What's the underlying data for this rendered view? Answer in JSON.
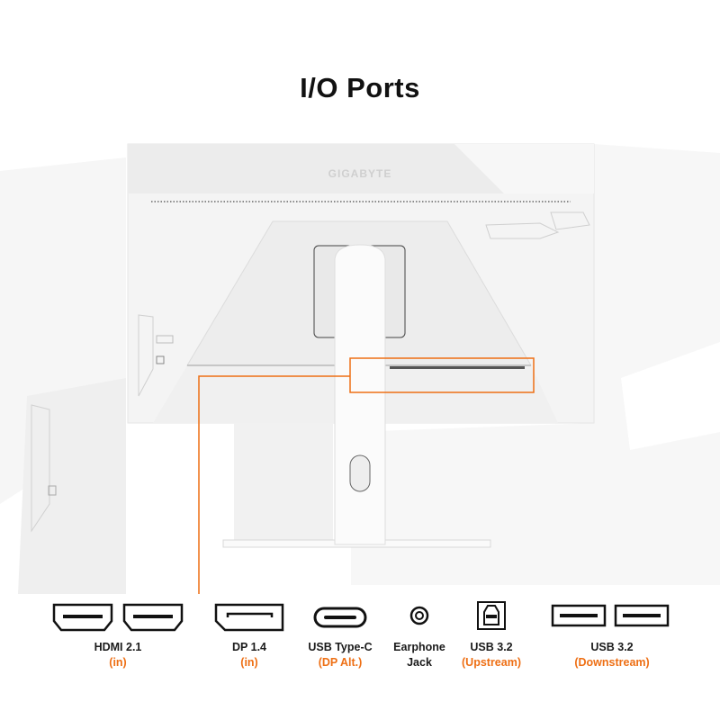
{
  "title": "I/O Ports",
  "brand_logo": "GIGABYTE",
  "accent_color": "#ee6f14",
  "ports": [
    {
      "name": "HDMI 2.1",
      "note": "(in)",
      "icon": "hdmi-port-icon",
      "count": 2
    },
    {
      "name": "DP 1.4",
      "note": "(in)",
      "icon": "displayport-icon",
      "count": 1
    },
    {
      "name": "USB Type-C",
      "note": "(DP Alt.)",
      "icon": "usb-c-port-icon",
      "count": 1
    },
    {
      "name": "Earphone",
      "note": "Jack",
      "icon": "earphone-jack-icon",
      "count": 1
    },
    {
      "name": "USB 3.2",
      "note": "(Upstream)",
      "icon": "usb-b-port-icon",
      "count": 1
    },
    {
      "name": "USB 3.2",
      "note": "(Downstream)",
      "icon": "usb-a-port-icon",
      "count": 2
    }
  ]
}
